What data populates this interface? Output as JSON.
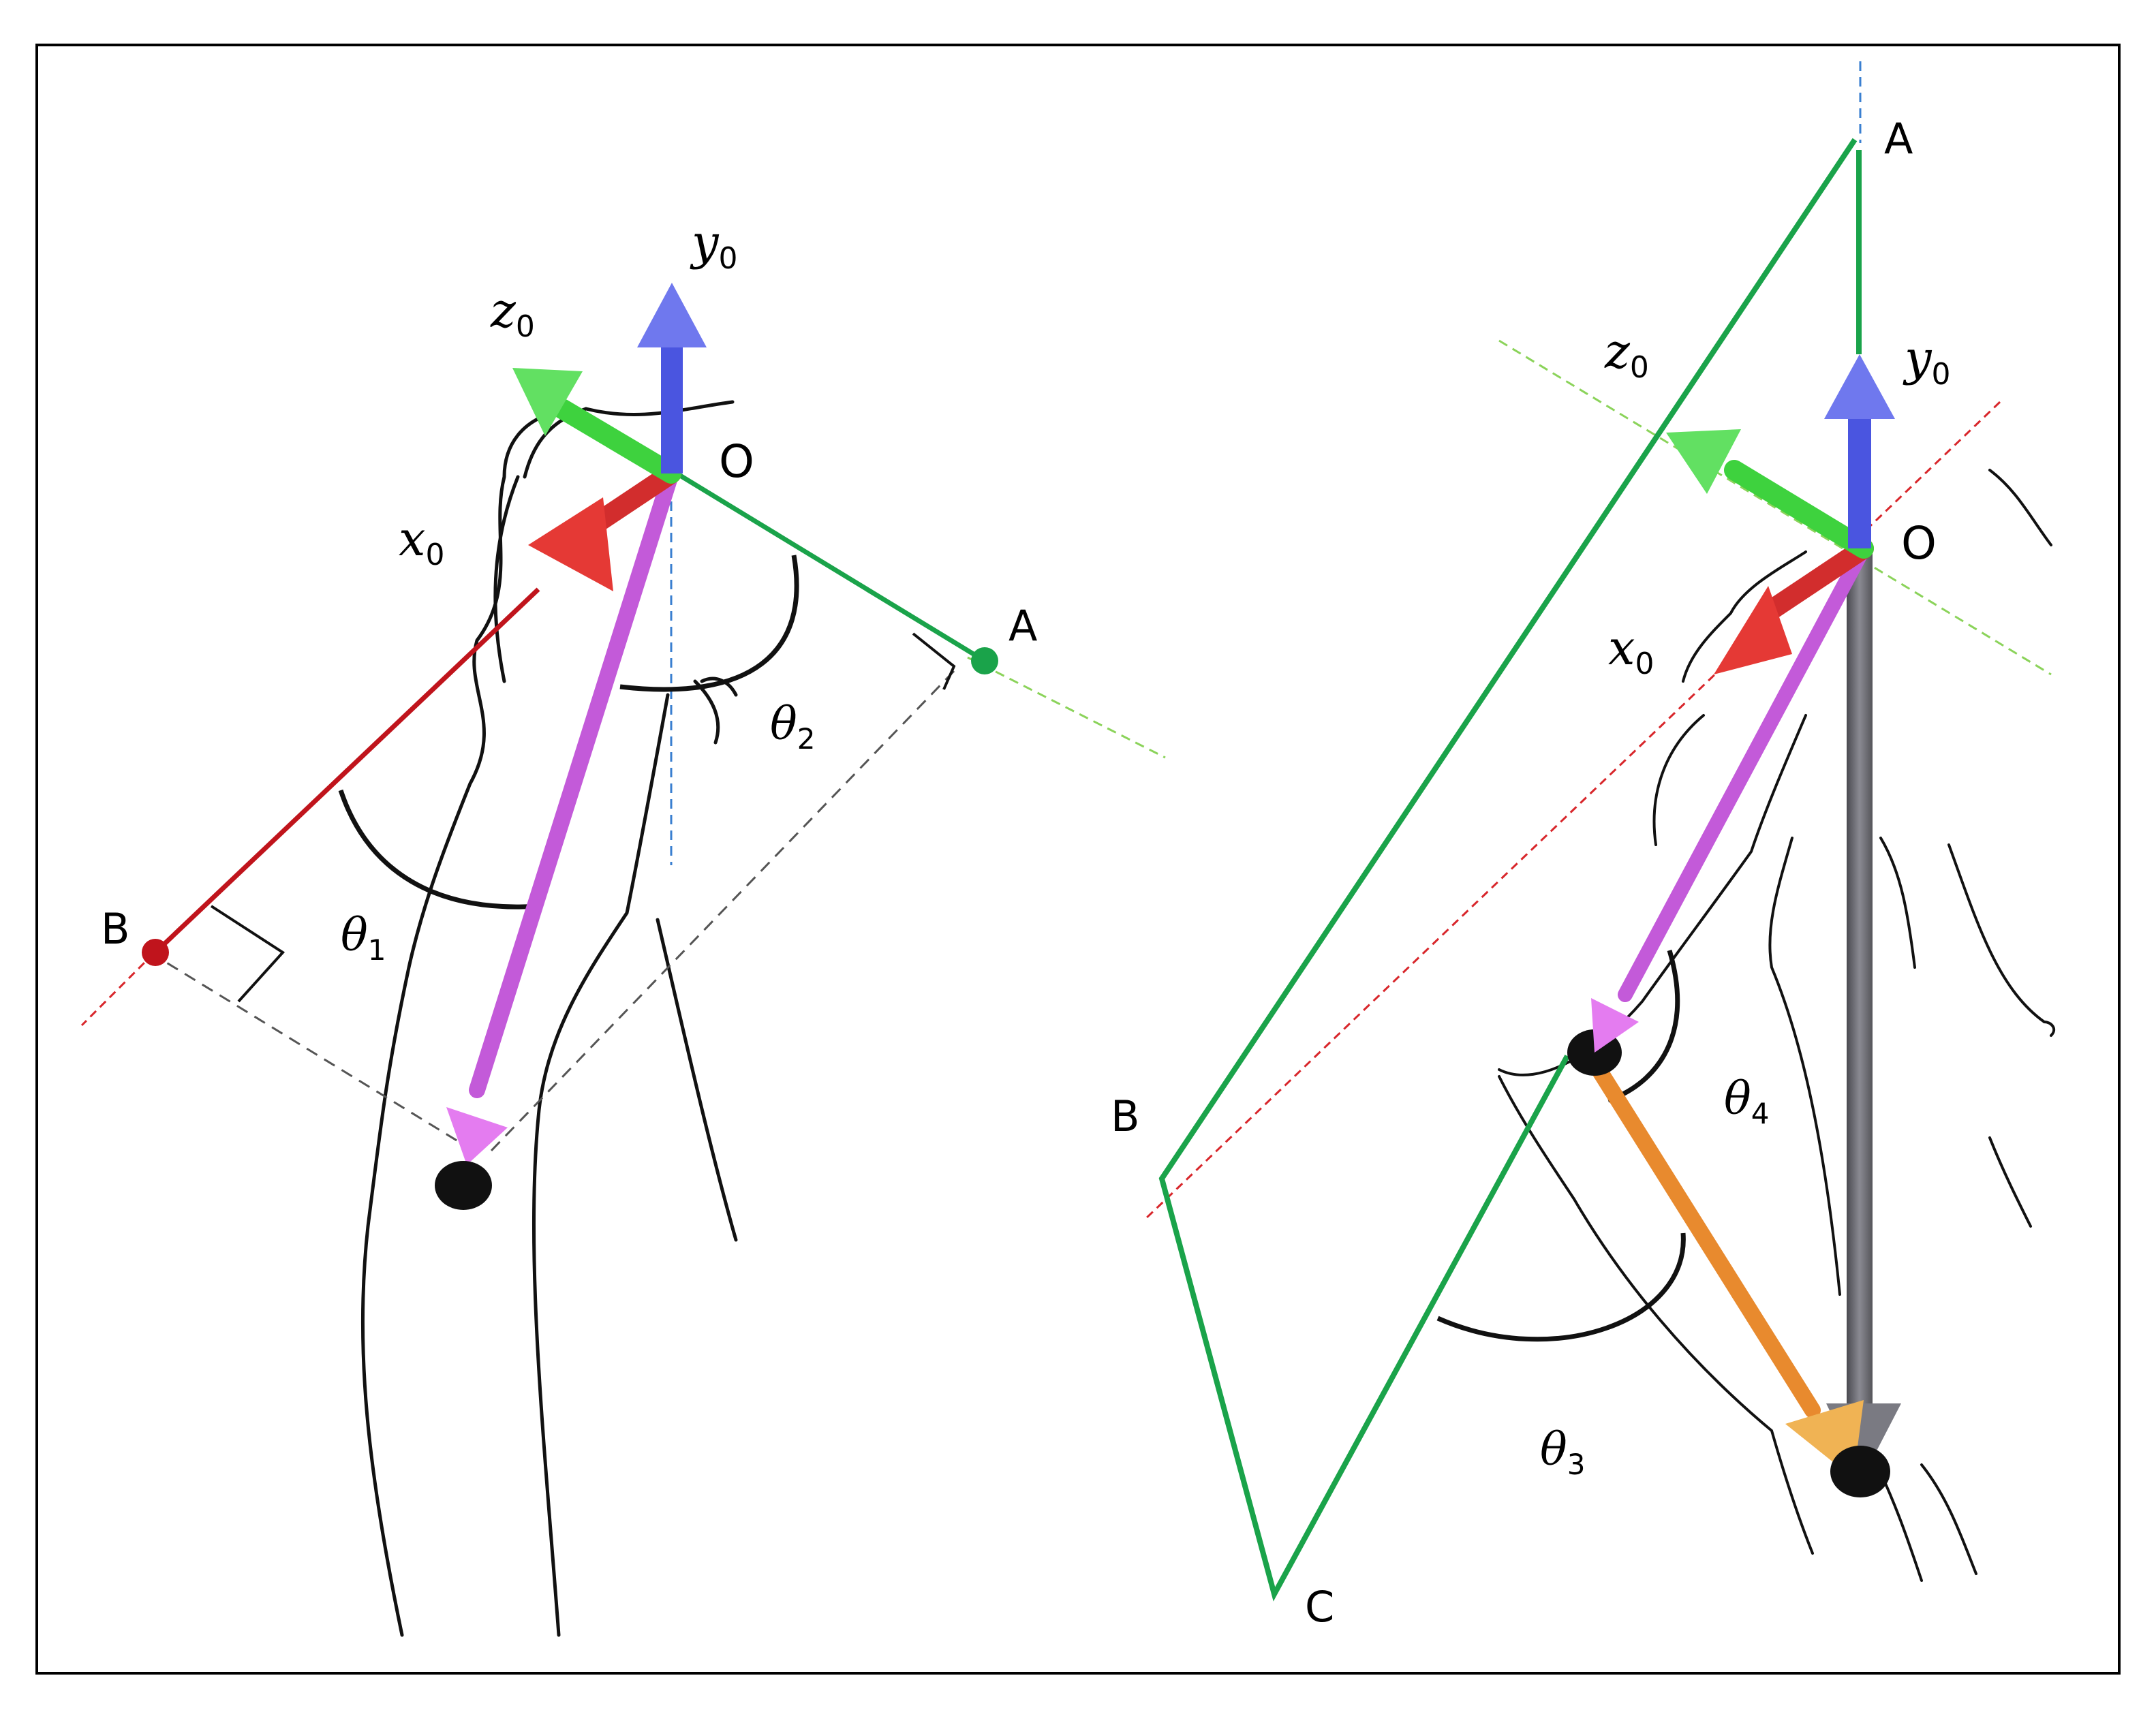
{
  "left_panel": {
    "axes": {
      "x": "x",
      "y": "y",
      "z": "z",
      "subscript": "0"
    },
    "points": {
      "origin": "O",
      "a": "A",
      "b": "B"
    },
    "angles": {
      "theta1": {
        "symbol": "θ",
        "sub": "1"
      },
      "theta2": {
        "symbol": "θ",
        "sub": "2"
      }
    }
  },
  "right_panel": {
    "axes": {
      "x": "x",
      "y": "y",
      "z": "z",
      "subscript": "0"
    },
    "points": {
      "origin": "O",
      "a": "A",
      "b": "B",
      "c": "C"
    },
    "angles": {
      "theta3": {
        "symbol": "θ",
        "sub": "3"
      },
      "theta4": {
        "symbol": "θ",
        "sub": "4"
      }
    }
  },
  "colors": {
    "x_axis": "#e53935",
    "y_axis": "#5661e6",
    "z_axis": "#3ed23e",
    "upper_arm": "#c35ad9",
    "forearm": "#e88a2e",
    "vertical_rod": "#6b6b70",
    "plane": "#1aa34a",
    "red_line": "#c0141c",
    "outline": "#111111"
  }
}
